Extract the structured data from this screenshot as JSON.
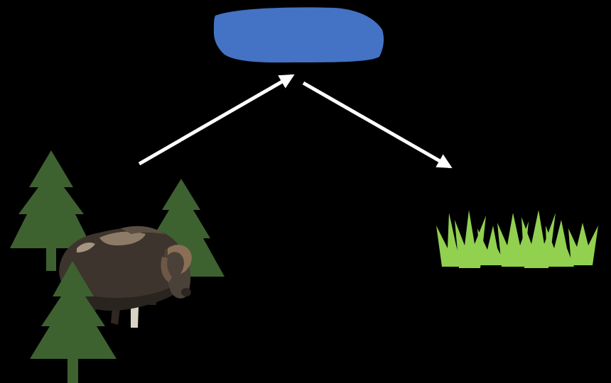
{
  "diagram": {
    "background_color": "#000000",
    "nodes": [
      {
        "id": "lake",
        "icon": "water-body-icon",
        "color": "#4472C4"
      },
      {
        "id": "forest-with-muskox",
        "icons": [
          "pine-tree-icon",
          "muskox-icon"
        ],
        "tree_color": "#3E6130"
      },
      {
        "id": "grass",
        "icon": "grass-icon",
        "color": "#92D050"
      }
    ],
    "edges": [
      {
        "from": "forest-with-muskox",
        "to": "lake",
        "color": "#FFFFFF"
      },
      {
        "from": "lake",
        "to": "grass",
        "color": "#FFFFFF"
      }
    ]
  }
}
